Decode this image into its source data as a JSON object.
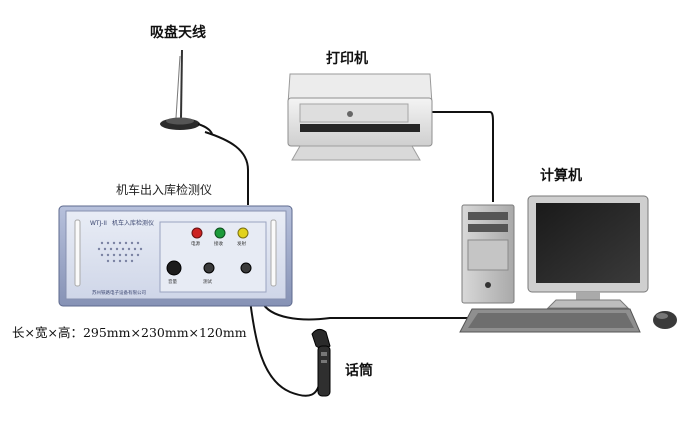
{
  "labels": {
    "antenna": "吸盘天线",
    "printer": "打印机",
    "computer": "计算机",
    "device": "机车出入库检测仪",
    "handset": "话筒",
    "dimensions": "长×宽×高：295mm×230mm×120mm"
  },
  "device_panel": {
    "model": "WTJ-II",
    "name": "机车入库检测仪",
    "indicators": [
      "电源",
      "接收",
      "发射"
    ],
    "knob_labels": [
      "音量",
      "测试"
    ],
    "footer": "苏州铁路电子设备有限公司"
  },
  "colors": {
    "device_body": "#9aa6c6",
    "cable": "#111111",
    "indicator_red": "#cc2222",
    "indicator_green": "#1c9a3a",
    "indicator_yellow": "#e2d21a"
  }
}
